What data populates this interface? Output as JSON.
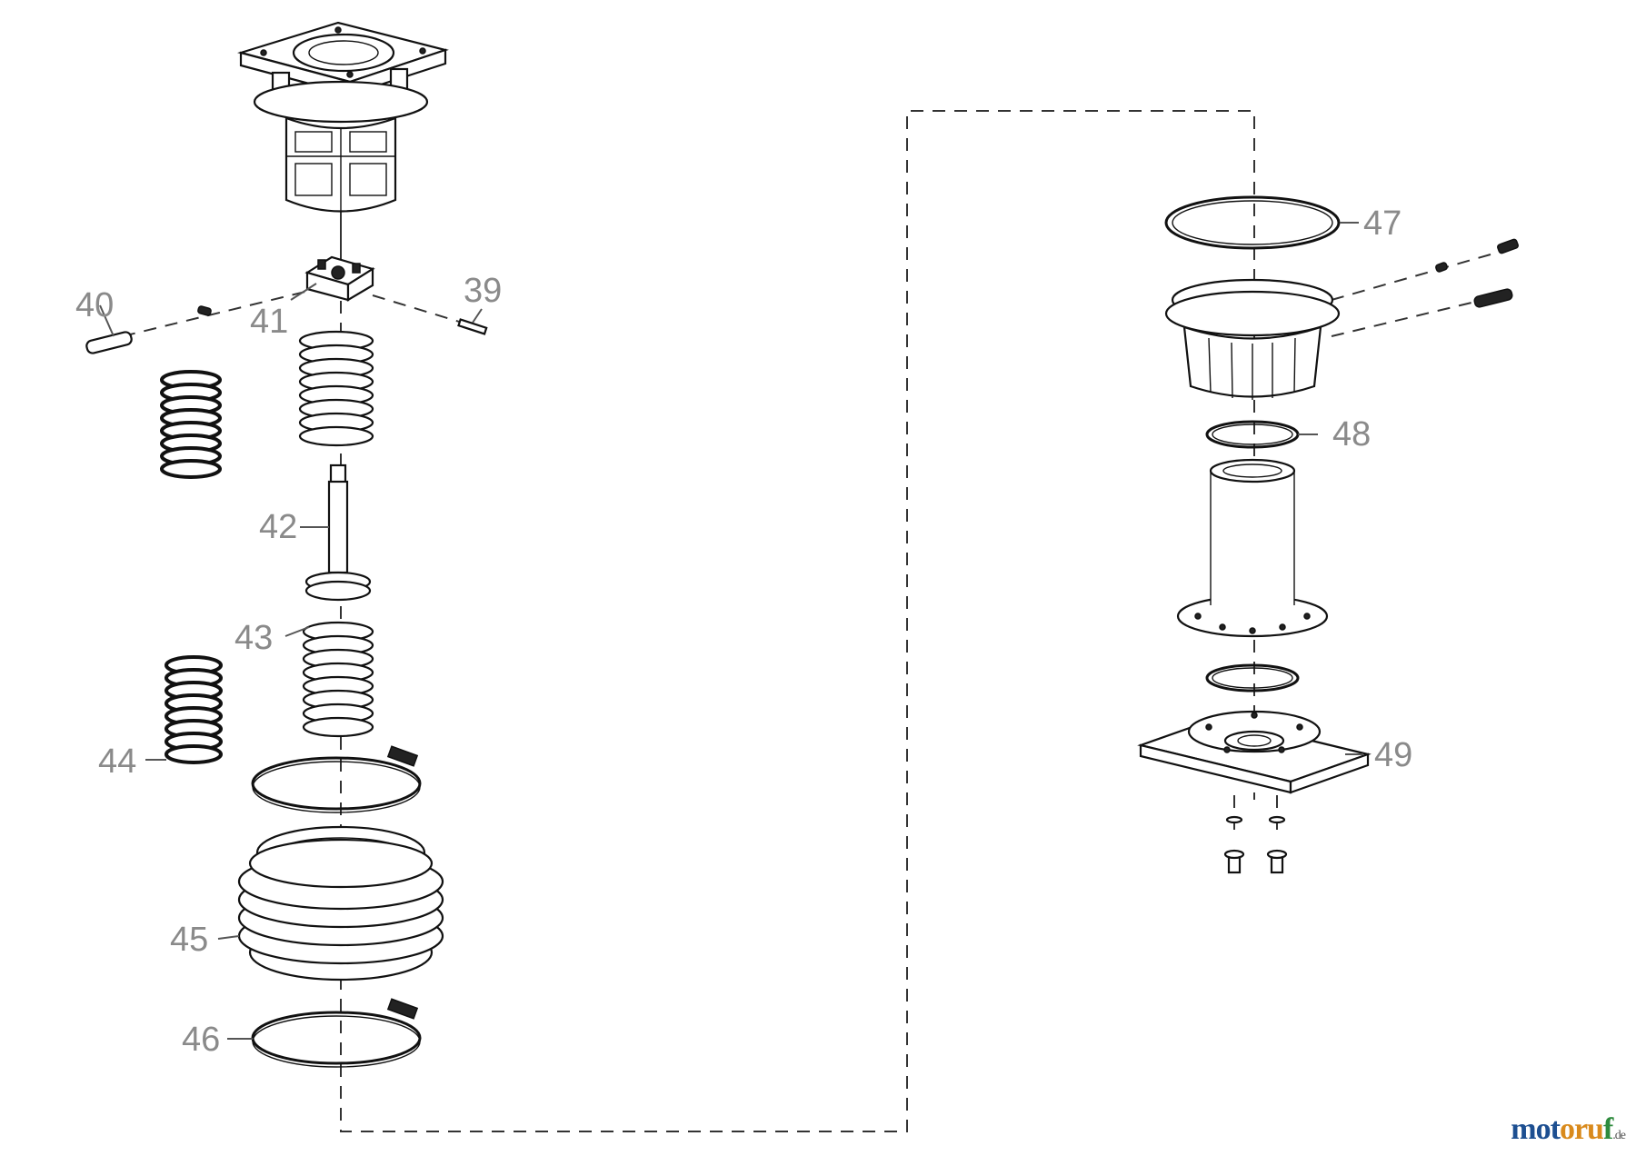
{
  "diagram": {
    "callouts": [
      {
        "id": "39",
        "label": "39"
      },
      {
        "id": "40",
        "label": "40"
      },
      {
        "id": "41",
        "label": "41"
      },
      {
        "id": "42",
        "label": "42"
      },
      {
        "id": "43",
        "label": "43"
      },
      {
        "id": "44",
        "label": "44"
      },
      {
        "id": "45",
        "label": "45"
      },
      {
        "id": "46",
        "label": "46"
      },
      {
        "id": "47",
        "label": "47"
      },
      {
        "id": "48",
        "label": "48"
      },
      {
        "id": "49",
        "label": "49"
      }
    ]
  },
  "watermark": {
    "part1": "mot",
    "part2": "oru",
    "part3": "f",
    "tld": ".de"
  },
  "colors": {
    "line": "#111111",
    "callout_text": "#8a8a8a",
    "brand_blue": "#1d4f91",
    "brand_orange": "#d98a1c",
    "brand_green": "#2e8b3d"
  }
}
